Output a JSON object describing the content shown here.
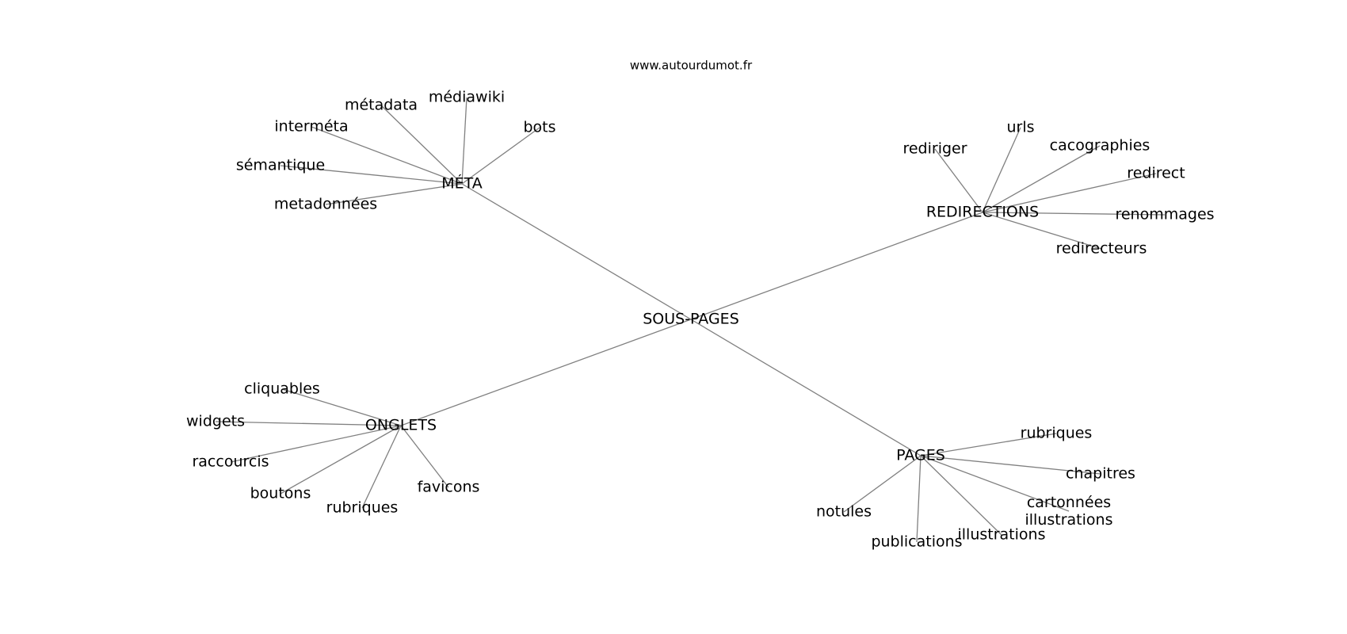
{
  "source": "www.autourdumot.fr",
  "root": "SOUS-PAGES",
  "branches": [
    {
      "label": "MÉTA",
      "children": [
        "métadata",
        "médiawiki",
        "interméta",
        "bots",
        "sémantique",
        "metadonnées"
      ]
    },
    {
      "label": "REDIRECTIONS",
      "children": [
        "urls",
        "rediriger",
        "cacographies",
        "redirect",
        "renommages",
        "redirecteurs"
      ]
    },
    {
      "label": "ONGLETS",
      "children": [
        "cliquables",
        "widgets",
        "raccourcis",
        "boutons",
        "rubriques",
        "favicons"
      ]
    },
    {
      "label": "PAGES",
      "children": [
        "rubriques",
        "chapitres",
        "cartonnées illustrations",
        "illustrations",
        "publications",
        "notules"
      ]
    }
  ],
  "colors": {
    "edge": "#808080",
    "text": "#000000",
    "background": "#ffffff"
  }
}
